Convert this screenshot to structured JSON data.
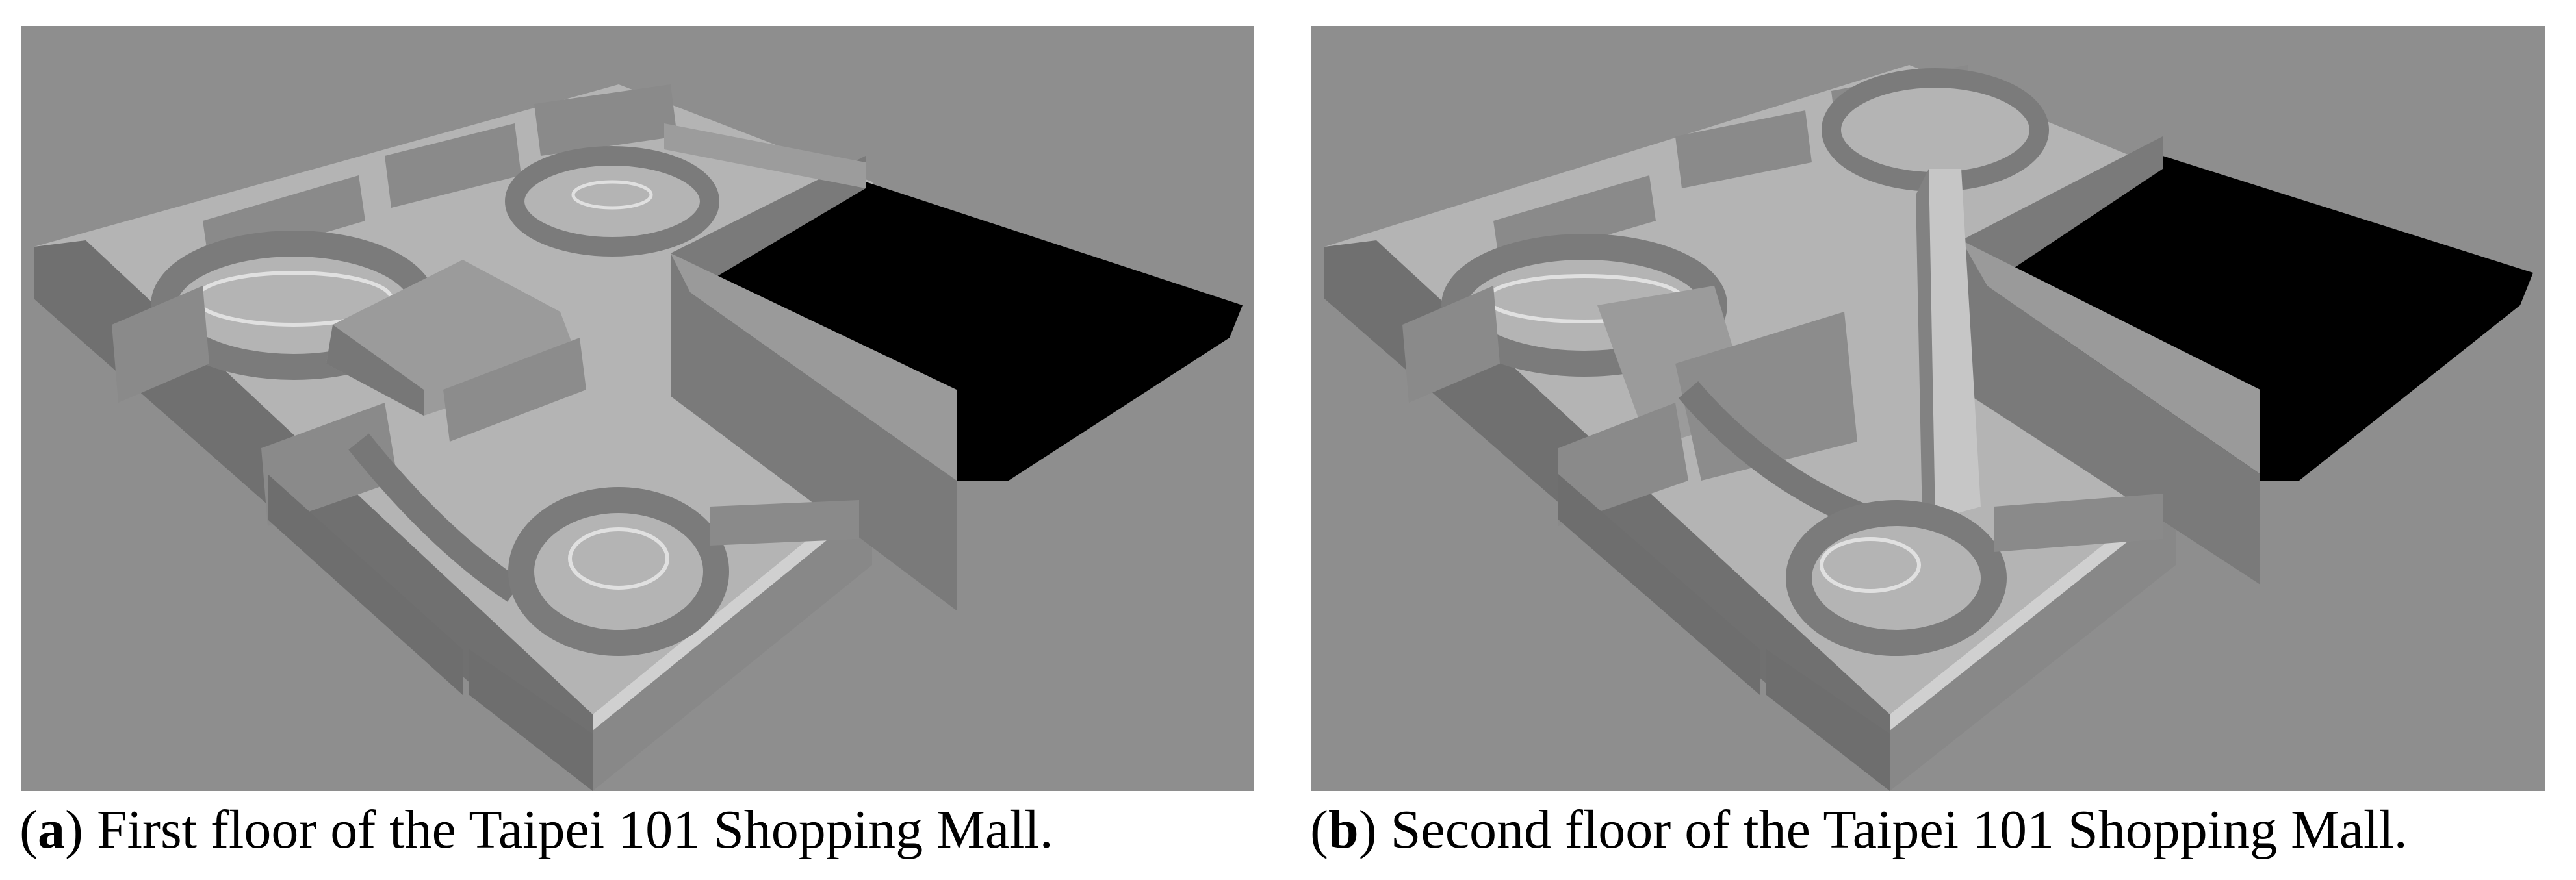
{
  "figure": {
    "panels": [
      {
        "letter": "a",
        "caption": "First floor of the Taipei 101 Shopping Mall."
      },
      {
        "letter": "b",
        "caption": "Second floor of the Taipei 101 Shopping Mall."
      }
    ],
    "colors": {
      "background": "#8e8e8e",
      "floor": "#b4b4b4",
      "wall_light": "#a2a2a2",
      "wall_mid": "#878787",
      "wall_dark": "#696969",
      "block": "#000000",
      "edge": "#e6e6e6"
    }
  }
}
